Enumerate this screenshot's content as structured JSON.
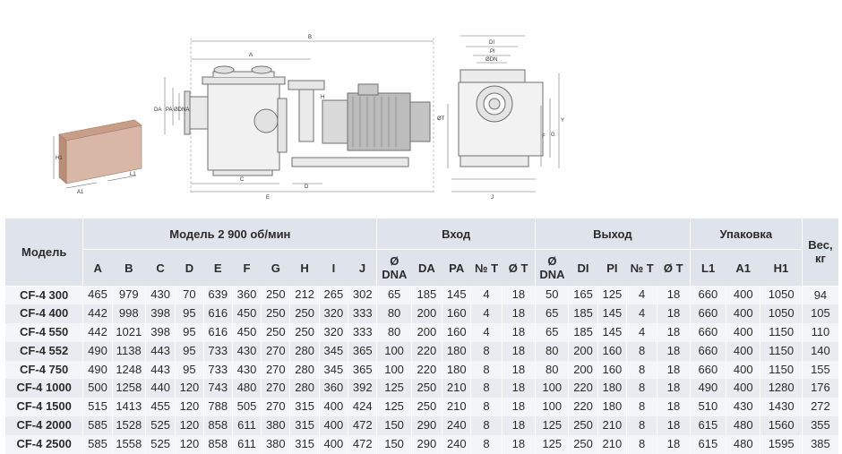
{
  "drawing": {
    "dimension_letters": [
      "B",
      "A",
      "C",
      "D",
      "E",
      "H",
      "DA",
      "PA",
      "ØDNA",
      "DI",
      "PI",
      "ØDN",
      "ØT",
      "F",
      "G",
      "Y",
      "J",
      "H1",
      "L1",
      "A1"
    ]
  },
  "table": {
    "model_header": "Модель",
    "groups": [
      {
        "label": "Модель 2 900 об/мин"
      },
      {
        "label": "Вход"
      },
      {
        "label": "Выход"
      },
      {
        "label": "Упаковка"
      }
    ],
    "weight_header": {
      "line1": "Вес,",
      "line2": "кг"
    },
    "columns": [
      {
        "label": "A"
      },
      {
        "label": "B"
      },
      {
        "label": "C"
      },
      {
        "label": "D"
      },
      {
        "label": "E"
      },
      {
        "label": "F"
      },
      {
        "label": "G"
      },
      {
        "label": "H"
      },
      {
        "label": "I"
      },
      {
        "label": "J"
      },
      {
        "label": "Ø",
        "label2": "DNA"
      },
      {
        "label": "DA"
      },
      {
        "label": "PA"
      },
      {
        "label": "№ T"
      },
      {
        "label": "Ø T"
      },
      {
        "label": "Ø",
        "label2": "DNA"
      },
      {
        "label": "DI"
      },
      {
        "label": "PI"
      },
      {
        "label": "№ T"
      },
      {
        "label": "Ø T"
      },
      {
        "label": "L1"
      },
      {
        "label": "A1"
      },
      {
        "label": "H1"
      }
    ],
    "rows": [
      {
        "model": "CF-4 300",
        "values": [
          "465",
          "979",
          "430",
          "70",
          "639",
          "360",
          "250",
          "212",
          "265",
          "302",
          "65",
          "185",
          "145",
          "4",
          "18",
          "50",
          "165",
          "125",
          "4",
          "18",
          "660",
          "400",
          "1050",
          "94"
        ]
      },
      {
        "model": "CF-4 400",
        "values": [
          "442",
          "998",
          "398",
          "95",
          "616",
          "450",
          "250",
          "250",
          "320",
          "333",
          "80",
          "200",
          "160",
          "4",
          "18",
          "65",
          "185",
          "145",
          "4",
          "18",
          "660",
          "400",
          "1050",
          "105"
        ]
      },
      {
        "model": "CF-4 550",
        "values": [
          "442",
          "1021",
          "398",
          "95",
          "616",
          "450",
          "250",
          "250",
          "320",
          "333",
          "80",
          "200",
          "160",
          "4",
          "18",
          "65",
          "185",
          "145",
          "4",
          "18",
          "660",
          "400",
          "1150",
          "110"
        ]
      },
      {
        "model": "CF-4 552",
        "values": [
          "490",
          "1138",
          "443",
          "95",
          "733",
          "430",
          "270",
          "280",
          "345",
          "365",
          "100",
          "220",
          "180",
          "8",
          "18",
          "80",
          "200",
          "160",
          "8",
          "18",
          "660",
          "400",
          "1150",
          "140"
        ]
      },
      {
        "model": "CF-4 750",
        "values": [
          "490",
          "1248",
          "443",
          "95",
          "733",
          "430",
          "270",
          "280",
          "345",
          "365",
          "100",
          "220",
          "180",
          "8",
          "18",
          "80",
          "200",
          "160",
          "8",
          "18",
          "660",
          "400",
          "1150",
          "155"
        ]
      },
      {
        "model": "CF-4 1000",
        "values": [
          "500",
          "1258",
          "440",
          "120",
          "743",
          "480",
          "270",
          "280",
          "360",
          "392",
          "125",
          "250",
          "210",
          "8",
          "18",
          "100",
          "220",
          "180",
          "8",
          "18",
          "490",
          "400",
          "1280",
          "176"
        ]
      },
      {
        "model": "CF-4 1500",
        "values": [
          "515",
          "1413",
          "455",
          "120",
          "788",
          "505",
          "270",
          "315",
          "400",
          "424",
          "125",
          "250",
          "210",
          "8",
          "18",
          "100",
          "220",
          "180",
          "8",
          "18",
          "510",
          "430",
          "1430",
          "272"
        ]
      },
      {
        "model": "CF-4 2000",
        "values": [
          "585",
          "1528",
          "525",
          "120",
          "858",
          "611",
          "380",
          "315",
          "400",
          "472",
          "150",
          "290",
          "240",
          "8",
          "18",
          "125",
          "250",
          "210",
          "8",
          "18",
          "615",
          "480",
          "1560",
          "355"
        ]
      },
      {
        "model": "CF-4 2500",
        "values": [
          "585",
          "1558",
          "525",
          "120",
          "858",
          "611",
          "380",
          "315",
          "400",
          "472",
          "150",
          "290",
          "240",
          "8",
          "18",
          "125",
          "250",
          "210",
          "8",
          "18",
          "615",
          "480",
          "1595",
          "385"
        ]
      }
    ]
  }
}
